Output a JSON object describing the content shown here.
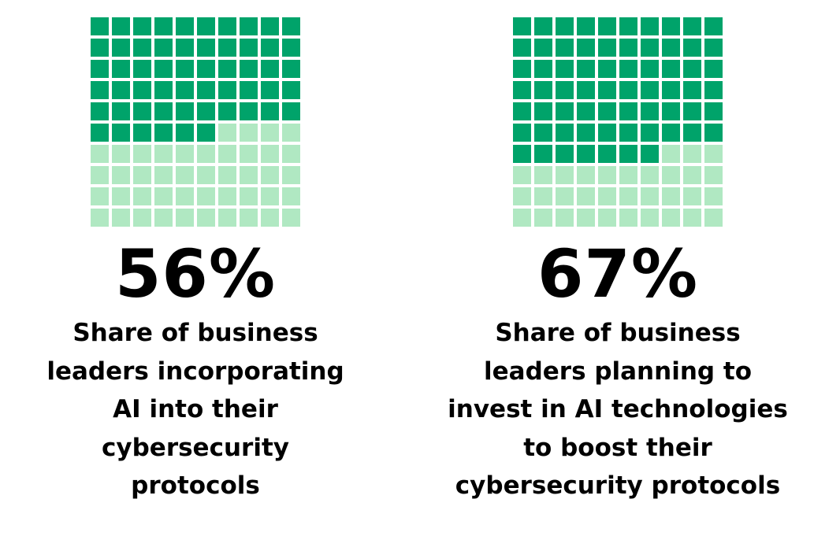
{
  "chart_data": [
    {
      "type": "waffle",
      "grid": [
        10,
        10
      ],
      "value": 56,
      "label": "56%",
      "description_lines": [
        "Share of business",
        "leaders incorporating",
        "AI into their",
        "cybersecurity",
        "protocols"
      ]
    },
    {
      "type": "waffle",
      "grid": [
        10,
        10
      ],
      "value": 67,
      "label": "67%",
      "description_lines": [
        "Share of business",
        "leaders planning to",
        "invest in AI technologies",
        "to boost their",
        "cybersecurity protocols"
      ]
    }
  ],
  "colors": {
    "filled": "#00a36a",
    "empty": "#b0e8c2"
  }
}
